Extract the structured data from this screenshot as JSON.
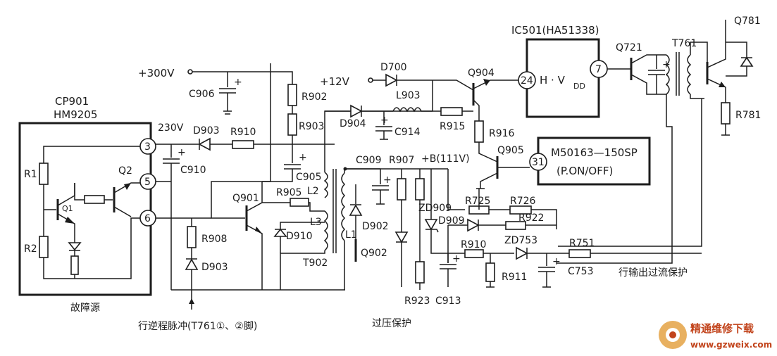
{
  "modules": {
    "cp901_ref": "CP901",
    "cp901_part": "HM9205",
    "ic501_label": "IC501(HA51338)",
    "ic501_pin24": "24",
    "ic501_pin7": "7",
    "ic501_func": "H · V",
    "ic501_func_sub": "DD",
    "m50163_label": "M50163—150SP",
    "m50163_func": "(P.ON/OFF)",
    "m50163_pin": "31"
  },
  "pins": {
    "p3": "3",
    "p5": "5",
    "p6": "6"
  },
  "rails": {
    "v300": "+300V",
    "v230": "230V",
    "v12": "+12V",
    "vB": "+B(111V)"
  },
  "components": {
    "R1": "R1",
    "R2": "R2",
    "Q1": "Q1",
    "Q2": "Q2",
    "C906": "C906",
    "R902": "R902",
    "R903": "R903",
    "D903a": "D903",
    "R910a": "R910",
    "C910": "C910",
    "C905": "C905",
    "Q901": "Q901",
    "R905": "R905",
    "L2": "L2",
    "L3": "L3",
    "D910": "D910",
    "R908": "R908",
    "D903b": "D903",
    "T902": "T902",
    "L1": "L1",
    "D902": "D902",
    "Q902": "Q902",
    "D700": "D700",
    "L903": "L903",
    "D904": "D904",
    "C914": "C914",
    "R915": "R915",
    "Q904": "Q904",
    "R916": "R916",
    "Q905": "Q905",
    "C909": "C909",
    "R907": "R907",
    "ZD909": "ZD909",
    "D909": "D909",
    "R725": "R725",
    "R726": "R726",
    "R922": "R922",
    "R910b": "R910",
    "ZD753": "ZD753",
    "R751": "R751",
    "R911": "R911",
    "C753": "C753",
    "R923": "R923",
    "C913": "C913",
    "Q721": "Q721",
    "T761": "T761",
    "Q781": "Q781",
    "R781": "R781"
  },
  "captions": {
    "fault_source": "故障源",
    "flyback_pulse": "行逆程脉冲(T761①、②脚)",
    "overvoltage": "过压保护",
    "overcurrent": "行输出过流保护"
  },
  "watermark": {
    "name": "精通维修下载",
    "url": "www.gzweix.com"
  }
}
